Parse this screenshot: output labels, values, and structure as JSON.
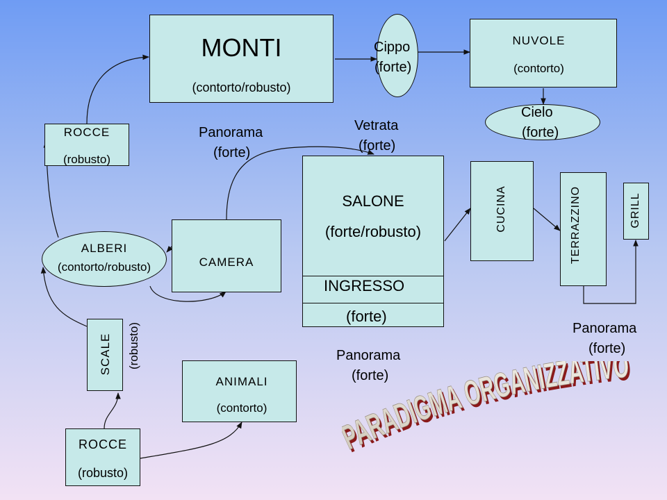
{
  "nodes": {
    "monti": {
      "label": "MONTI",
      "sub": "(contorto/robusto)"
    },
    "cippo": {
      "label": "Cippo",
      "sub": "(forte)"
    },
    "nuvole": {
      "label": "NUVOLE",
      "sub": "(contorto)"
    },
    "cielo": {
      "label": "Cielo",
      "sub": "(forte)"
    },
    "rocce_top": {
      "label": "ROCCE",
      "sub": "(robusto)"
    },
    "panorama_camera": {
      "label": "Panorama",
      "sub": "(forte)"
    },
    "vetrata": {
      "label": "Vetrata",
      "sub": "(forte)"
    },
    "salone": {
      "label": "SALONE",
      "sub": "(forte/robusto)"
    },
    "ingresso": {
      "label": "INGRESSO",
      "sub": "(forte)"
    },
    "cucina": {
      "label": "CUCINA"
    },
    "terrazzino": {
      "label": "TERRAZZINO"
    },
    "grill": {
      "label": "GRILL"
    },
    "alberi": {
      "label": "ALBERI",
      "sub": "(contorto/robusto)"
    },
    "camera": {
      "label": "CAMERA"
    },
    "scale": {
      "label": "SCALE",
      "sub": "(robusto)"
    },
    "animali": {
      "label": "ANIMALI",
      "sub": "(contorto)"
    },
    "rocce_bottom": {
      "label": "ROCCE",
      "sub": "(robusto)"
    },
    "panorama_mid": {
      "label": "Panorama",
      "sub": "(forte)"
    },
    "panorama_right": {
      "label": "Panorama",
      "sub": "(forte)"
    }
  },
  "wordart": {
    "text": "PARADIGMA ORGANIZZATIVO"
  },
  "colors": {
    "box_fill": "#c6e9e9",
    "stroke": "#111111"
  }
}
